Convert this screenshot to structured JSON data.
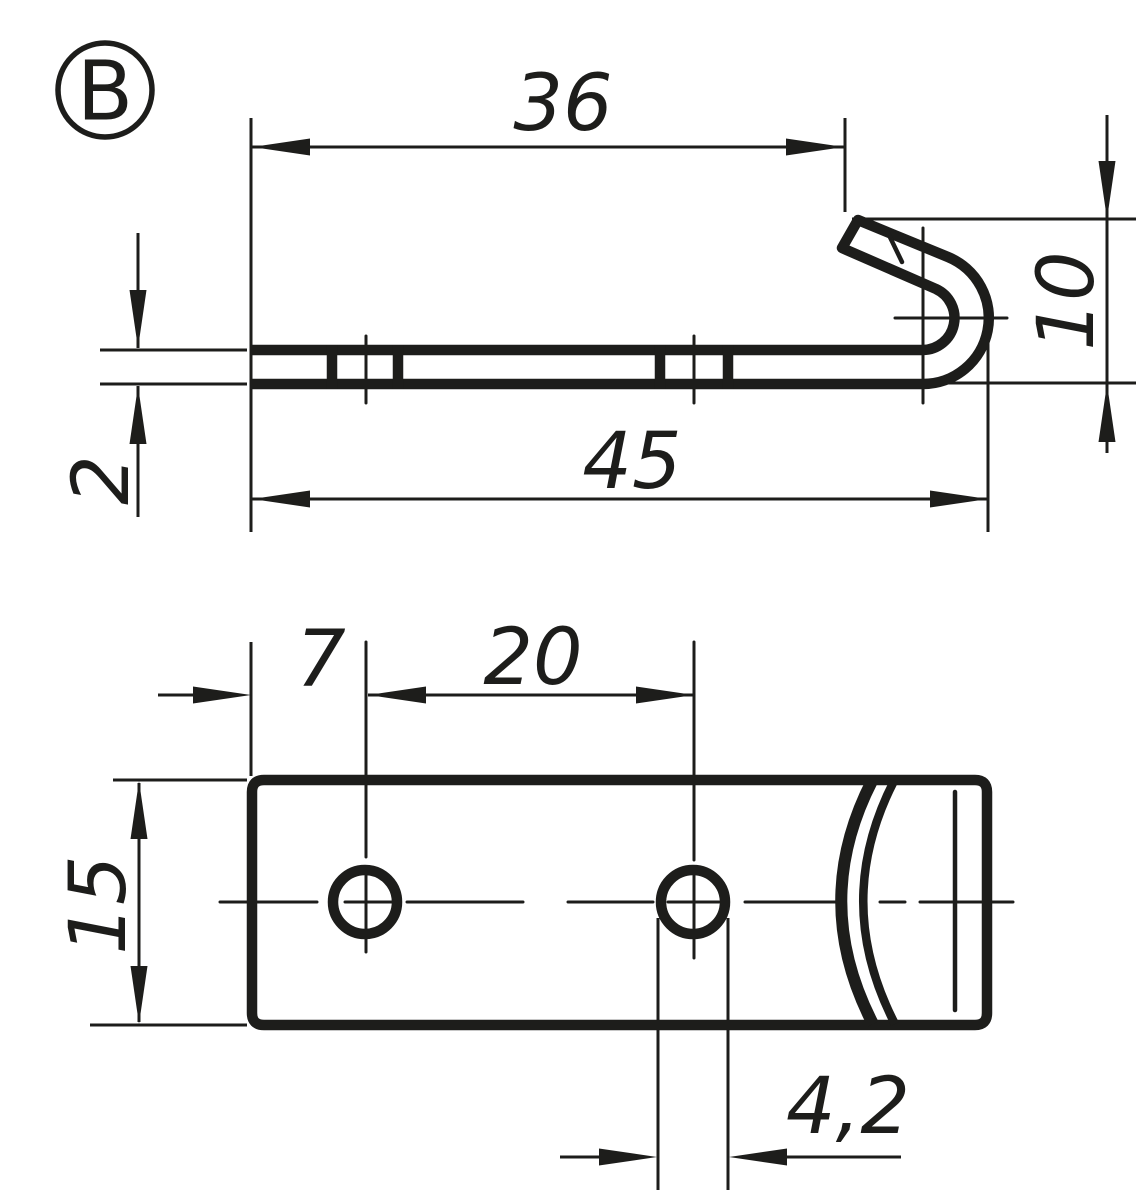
{
  "view_label": "B",
  "colors": {
    "line": "#1d1d1b",
    "background": "#ffffff"
  },
  "side_view": {
    "dimensions": {
      "bend_length": "36",
      "total_length": "45",
      "plate_thickness": "2",
      "hook_height": "10"
    }
  },
  "plan_view": {
    "dimensions": {
      "first_hole_offset": "7",
      "hole_spacing": "20",
      "plate_width": "15",
      "hole_diameter": "4,2"
    }
  }
}
